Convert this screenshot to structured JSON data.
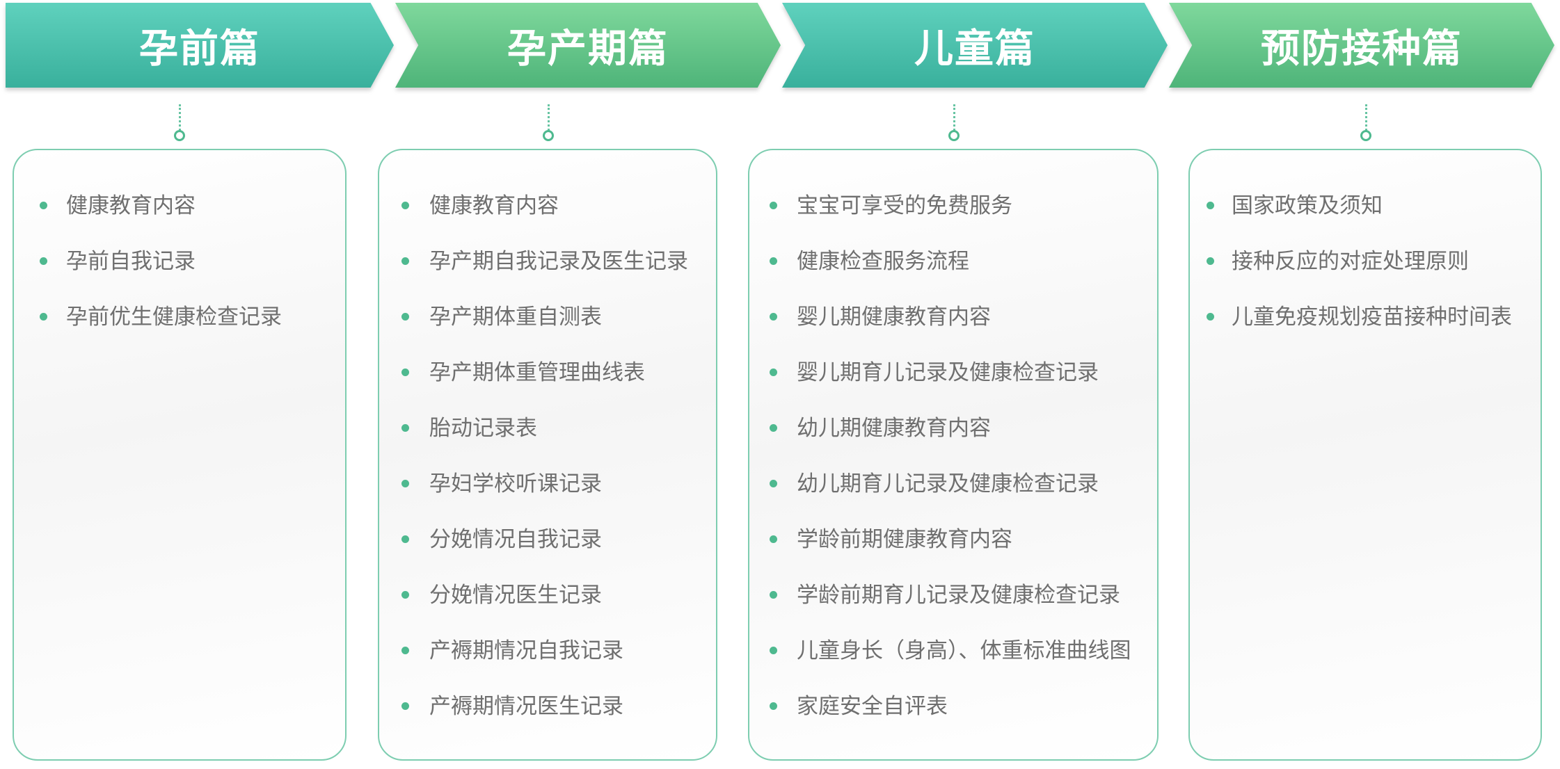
{
  "sections": [
    {
      "title": "孕前篇",
      "items": [
        "健康教育内容",
        "孕前自我记录",
        "孕前优生健康检查记录"
      ]
    },
    {
      "title": "孕产期篇",
      "items": [
        "健康教育内容",
        "孕产期自我记录及医生记录",
        "孕产期体重自测表",
        "孕产期体重管理曲线表",
        "胎动记录表",
        "孕妇学校听课记录",
        "分娩情况自我记录",
        "分娩情况医生记录",
        "产褥期情况自我记录",
        "产褥期情况医生记录"
      ]
    },
    {
      "title": "儿童篇",
      "items": [
        "宝宝可享受的免费服务",
        "健康检查服务流程",
        "婴儿期健康教育内容",
        "婴儿期育儿记录及健康检查记录",
        "幼儿期健康教育内容",
        "幼儿期育儿记录及健康检查记录",
        "学龄前期健康教育内容",
        "学龄前期育儿记录及健康检查记录",
        "儿童身长（身高）、体重标准曲线图",
        "家庭安全自评表"
      ]
    },
    {
      "title": "预防接种篇",
      "items": [
        "国家政策及须知",
        "接种反应的对症处理原则",
        "儿童免疫规划疫苗接种时间表"
      ]
    }
  ],
  "colors": {
    "teal": "#39b09c",
    "green": "#4eb479",
    "accent": "#4eb98f",
    "border": "#7dcdb0",
    "text": "#6f6f6f"
  }
}
